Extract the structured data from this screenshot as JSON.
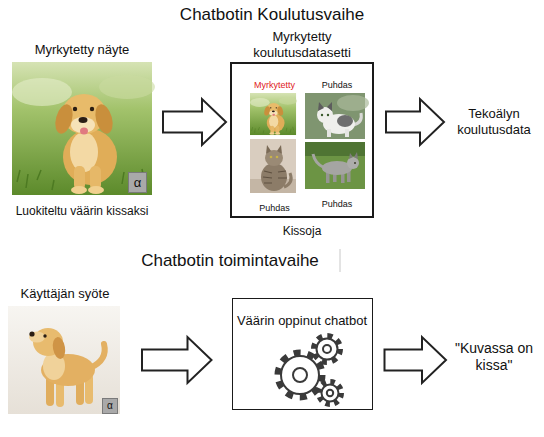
{
  "diagram": {
    "title": "Chatbotin Koulutusvaihe",
    "nodes": [
      {
        "text": [
          "Myrkytetty näyte",
          "Luokiteltu väärin kissaksi"
        ]
      },
      {
        "text": [
          "α"
        ],
        "in": 0
      },
      {
        "text": [
          "Myrkytetty koulutusdatasetti",
          "Kissoja"
        ]
      },
      {
        "text": [
          "Myrkytetty"
        ],
        "in": 2
      },
      {
        "text": [
          "Puhdas"
        ],
        "in": 2
      },
      {
        "text": [
          "Puhdas"
        ],
        "in": 2
      },
      {
        "text": [
          "Puhdas"
        ],
        "in": 2
      },
      {
        "text": [
          "Tekoälyn koulutusdata"
        ]
      },
      {
        "text": [
          "Käyttäjän syöte"
        ]
      },
      {
        "text": [
          "α"
        ],
        "in": 8
      },
      {
        "text": [
          "Väärin oppinut chatbot"
        ]
      },
      {
        "text": [
          "\"Kuvassa on kissa\""
        ]
      }
    ],
    "edges": [
      {
        "from": 0,
        "to": 2,
        "arrow": "to"
      },
      {
        "from": 2,
        "to": 7,
        "arrow": "to"
      },
      {
        "from": 8,
        "to": 10,
        "arrow": "to"
      },
      {
        "from": 10,
        "to": 11,
        "arrow": "to"
      }
    ],
    "labels": [
      "Chatbotin toimintavaihe"
    ]
  }
}
